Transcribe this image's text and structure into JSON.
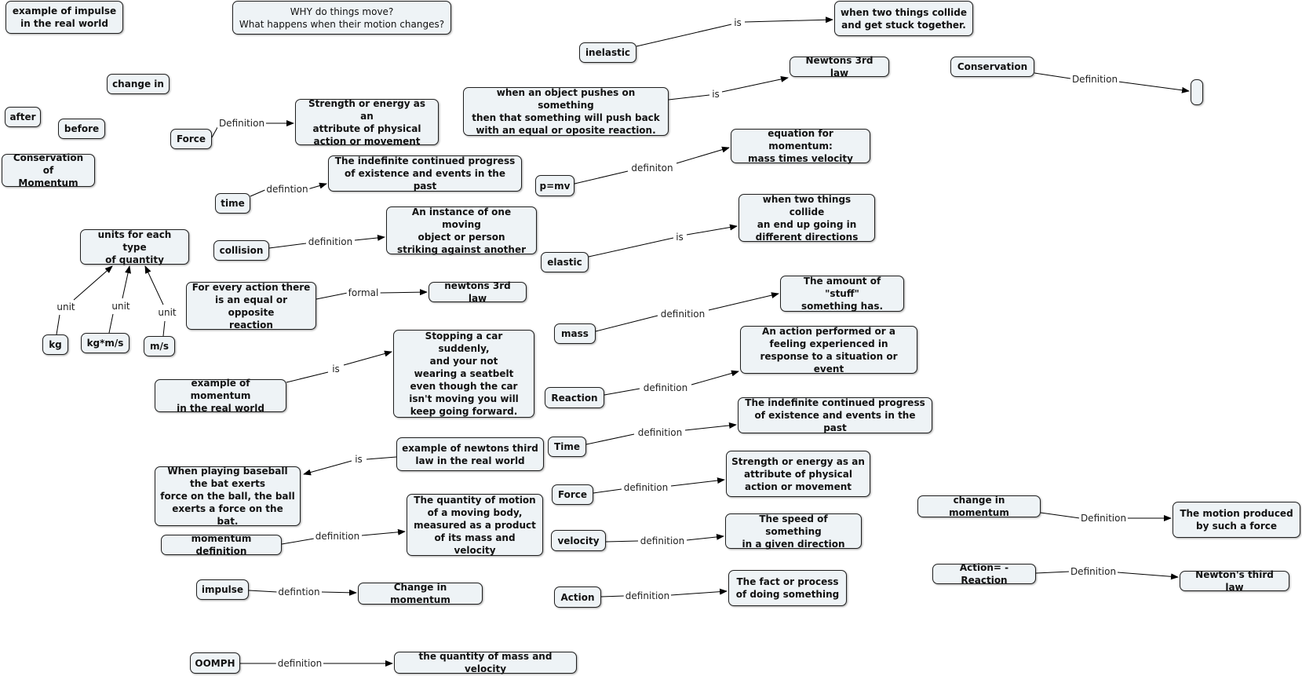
{
  "nodes": {
    "example_impulse": "example of impulse\nin the real world",
    "why_move": "WHY do things move?\nWhat happens when their motion changes?",
    "change_in": "change in",
    "after": "after",
    "before": "before",
    "conservation_of_momentum": "Conservation of\nMomentum",
    "force_1": "Force",
    "force_1_def": "Strength or energy as an\nattribute of physical\naction or movement",
    "time_1": "time",
    "time_1_def": "The indefinite continued progress\nof existence and events in the past",
    "collision": "collision",
    "collision_def": "An instance of one moving\nobject or person\nstriking against another",
    "units": "units for each type\nof quantity",
    "kg": "kg",
    "kgms": "kg*m/s",
    "ms": "m/s",
    "every_action": "For every action there\nis an equal or opposite\nreaction",
    "newtons_3rd_lower": "newtons 3rd law",
    "example_momentum": "example of momentum\nin the real world",
    "stopping_car": "Stopping a car suddenly,\nand your not\nwearing a seatbelt\neven though the car\nisn't moving you will\nkeep going forward.",
    "example_newton3": "example of newtons third\nlaw in the real world",
    "baseball": "When playing baseball\nthe bat exerts\nforce on the ball, the ball\nexerts a force on the bat.",
    "momentum_def": "momentum definition",
    "momentum_def_text": "The quantity of motion\nof a moving body,\nmeasured as a product\nof its mass and velocity",
    "impulse": "impulse",
    "change_momentum_box": "Change in momentum",
    "oomph": "OOMPH",
    "oomph_def": "the quantity of mass and velocity",
    "inelastic": "inelastic",
    "inelastic_def": "when two things collide\nand get stuck together.",
    "pushes": "when an object pushes on something\nthen that something will push back\nwith an equal or oposite reaction.",
    "newtons_3rd_upper": "Newtons 3rd law",
    "pmv": "p=mv",
    "pmv_def": "equation for momentum:\nmass times velocity",
    "elastic": "elastic",
    "elastic_def": "when two things collide\nan end up going in\ndifferent directions",
    "mass": "mass",
    "mass_def": "The amount of \"stuff\"\nsomething has.",
    "reaction": "Reaction",
    "reaction_def": "An action performed or a\nfeeling experienced in\nresponse to a situation or event",
    "time_2": "Time",
    "time_2_def": "The indefinite continued progress\nof existence and events in the past",
    "force_2": "Force",
    "force_2_def": "Strength or energy as an\nattribute of physical\naction or movement",
    "velocity": "velocity",
    "velocity_def": "The speed of something\nin a given direction",
    "action": "Action",
    "action_def": "The fact or process\nof doing something",
    "conservation": "Conservation",
    "conservation_def": "",
    "change_in_momentum": "change in momentum",
    "change_in_momentum_def": "The motion produced\nby such a force",
    "action_reaction": "Action= -Reaction",
    "action_reaction_def": "Newton's third law"
  },
  "links": {
    "force_1": "Definition",
    "time_1": "defintion",
    "collision": "definition",
    "kg": "unit",
    "kgms": "unit",
    "ms": "unit",
    "every_action": "formal",
    "example_momentum": "is",
    "example_newton3": "is",
    "momentum_def": "definition",
    "impulse": "defintion",
    "oomph": "definition",
    "inelastic": "is",
    "pushes": "is",
    "pmv": "definiton",
    "elastic": "is",
    "mass": "definition",
    "reaction": "definition",
    "time_2": "definition",
    "force_2": "definition",
    "velocity": "definition",
    "action": "definition",
    "conservation": "Definition",
    "change_in_momentum": "Definition",
    "action_reaction": "Definition"
  }
}
